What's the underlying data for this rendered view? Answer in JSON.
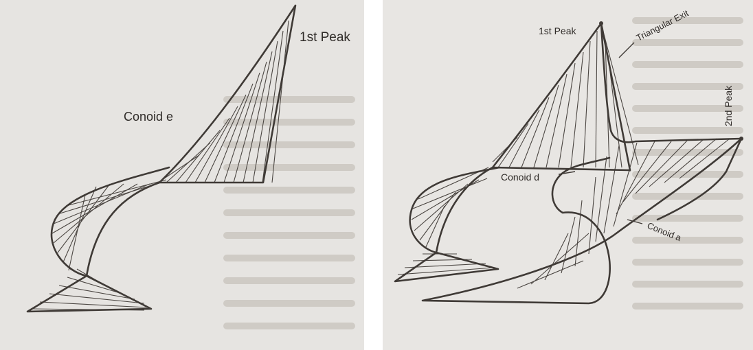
{
  "left_panel": {
    "label_first_peak": "1st Peak",
    "label_conoid": "Conoid e"
  },
  "right_panel": {
    "label_first_peak": "1st Peak",
    "label_triangular_exit": "Triangular Exit",
    "label_second_peak": "2nd Peak",
    "label_conoid_d": "Conoid d",
    "label_conoid_a": "Conoid a"
  }
}
